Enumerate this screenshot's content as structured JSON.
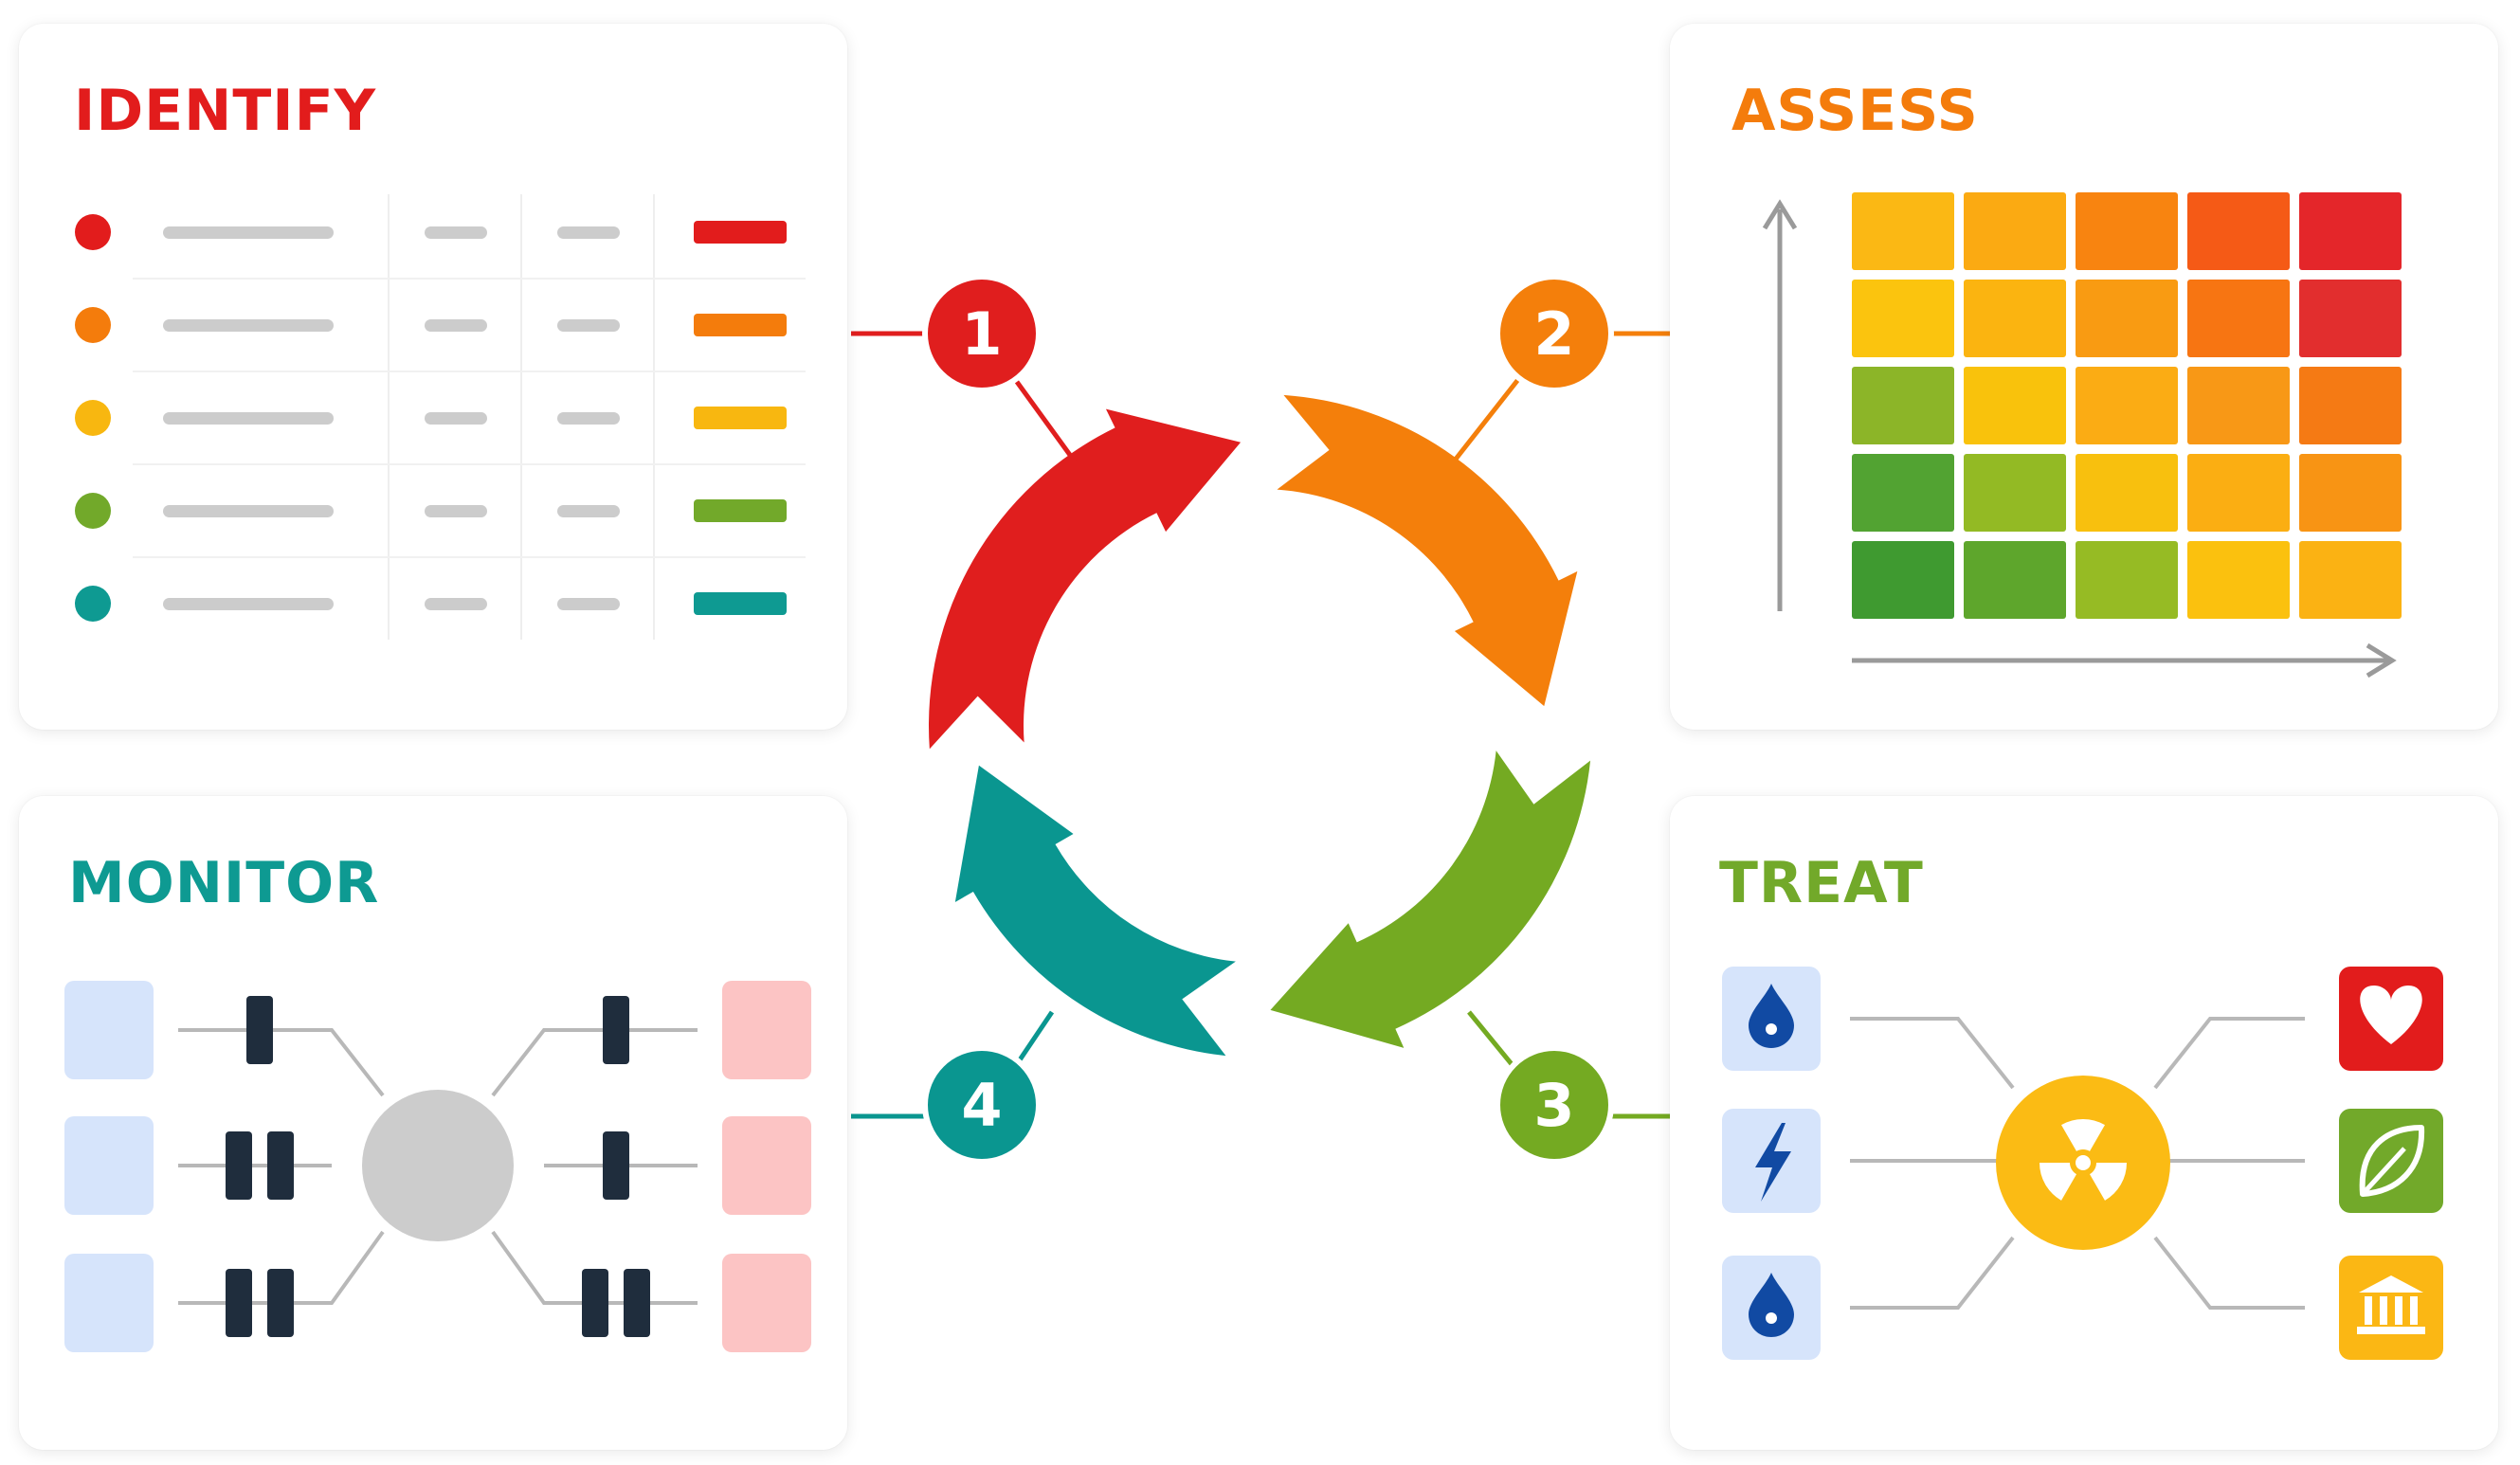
{
  "cards": {
    "identify": {
      "title": "IDENTIFY"
    },
    "assess": {
      "title": "ASSESS"
    },
    "treat": {
      "title": "TREAT"
    },
    "monitor": {
      "title": "MONITOR"
    }
  },
  "cycle_steps": [
    {
      "number": "1",
      "color": "#e01e1e"
    },
    {
      "number": "2",
      "color": "#f47f0b"
    },
    {
      "number": "3",
      "color": "#74aa22"
    },
    {
      "number": "4",
      "color": "#0a9690"
    }
  ],
  "colors": {
    "red": "#e01e1e",
    "orange": "#f47f0b",
    "yellow": "#fbb715",
    "green": "#74aa22",
    "teal": "#0a9690",
    "placeholder_line": "#cccccc",
    "connector": "#b8b8b8",
    "dark_bar": "#1f2d3d",
    "monitor_left_box": "#d6e4fb",
    "monitor_right_box": "#fcc4c4",
    "monitor_hub": "#cccccc",
    "treat_left_tile": "#d6e4fb",
    "treat_icon_blue": "#114aa3",
    "treat_hub": "#fbbb14"
  },
  "identify_rows": [
    {
      "color": "#e21c1c"
    },
    {
      "color": "#f47c0c"
    },
    {
      "color": "#f8b710"
    },
    {
      "color": "#72a92a"
    },
    {
      "color": "#0e9a92"
    }
  ],
  "heatmap": {
    "rows": 5,
    "cols": 5,
    "cells": [
      [
        "#fbb814",
        "#fbaa12",
        "#f88410",
        "#f55a16",
        "#e4262a"
      ],
      [
        "#fbc40e",
        "#fbb410",
        "#f99b12",
        "#f77512",
        "#e22e2e"
      ],
      [
        "#8cb528",
        "#f9c20c",
        "#fbac14",
        "#f89816",
        "#f57a14"
      ],
      [
        "#52a332",
        "#93ba24",
        "#f8c00e",
        "#fbae12",
        "#f89414"
      ],
      [
        "#3f9a30",
        "#5ea62c",
        "#96bb24",
        "#fbc10e",
        "#fbb213"
      ]
    ]
  },
  "treat": {
    "left_icons": [
      "droplet-icon",
      "lightning-icon",
      "droplet-icon"
    ],
    "hub_icon": "radiation-icon",
    "right_icons": [
      {
        "icon": "heart-icon",
        "color": "#e21c1c"
      },
      {
        "icon": "leaf-icon",
        "color": "#72a92a"
      },
      {
        "icon": "bank-icon",
        "color": "#fbb714"
      }
    ]
  },
  "monitor": {
    "left_bar_counts": [
      1,
      2,
      2
    ],
    "right_bar_counts": [
      1,
      1,
      2
    ]
  }
}
